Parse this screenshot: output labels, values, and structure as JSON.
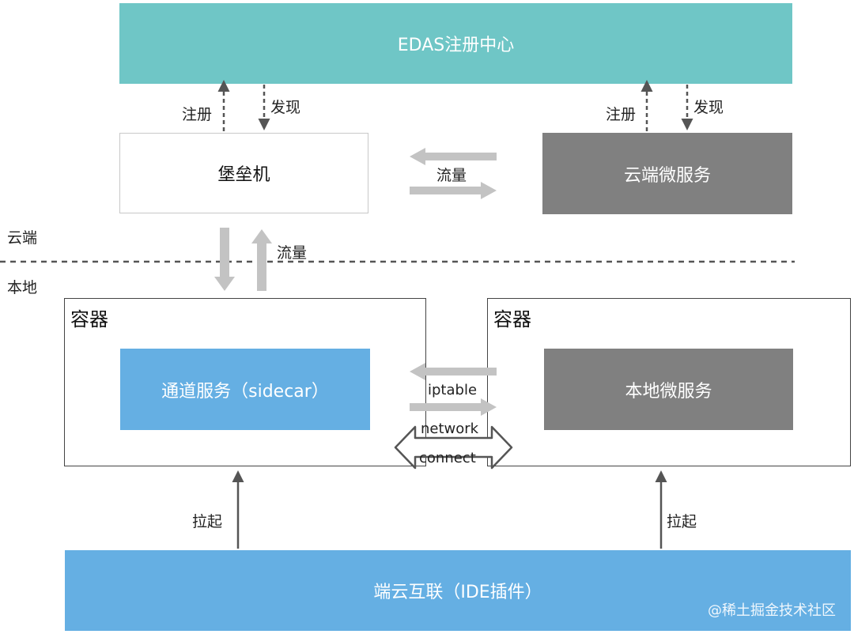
{
  "registry": {
    "label": "EDAS注册中心",
    "color": "#6fc6c6"
  },
  "bastion": {
    "label": "堡垒机"
  },
  "cloud_service": {
    "label": "云端微服务",
    "color": "#808080"
  },
  "zones": {
    "cloud": "云端",
    "local": "本地"
  },
  "containers": {
    "left_title": "容器",
    "right_title": "容器"
  },
  "sidecar": {
    "label": "通道服务（sidecar）",
    "color": "#65afe3"
  },
  "local_service": {
    "label": "本地微服务",
    "color": "#808080"
  },
  "ide_plugin": {
    "label": "端云互联（IDE插件）",
    "color": "#65afe3"
  },
  "edge_labels": {
    "register_left": "注册",
    "discover_left": "发现",
    "register_right": "注册",
    "discover_right": "发现",
    "traffic_top": "流量",
    "traffic_vertical": "流量",
    "iptable": "iptable",
    "network": "network",
    "connect": "connect",
    "launch_left": "拉起",
    "launch_right": "拉起"
  },
  "watermark": "@稀土掘金技术社区"
}
